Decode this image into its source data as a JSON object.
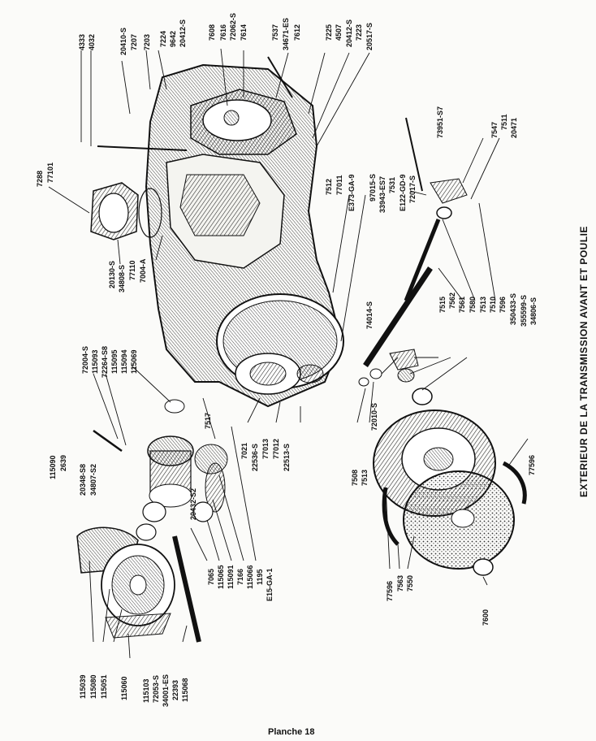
{
  "caption": "EXTERIEUR DE LA TRANSMISSION AVANT ET POULIE",
  "plate": "Planche 18",
  "labels": [
    {
      "id": "p4333",
      "text": "4333"
    },
    {
      "id": "p4032",
      "text": "4032"
    },
    {
      "id": "p20410s_a",
      "text": "20410-S"
    },
    {
      "id": "p7207",
      "text": "7207"
    },
    {
      "id": "p7203",
      "text": "7203"
    },
    {
      "id": "p7224",
      "text": "7224"
    },
    {
      "id": "p9642",
      "text": "9642"
    },
    {
      "id": "p20412s_a",
      "text": "20412-S"
    },
    {
      "id": "p7608",
      "text": "7608"
    },
    {
      "id": "p7616",
      "text": "7616"
    },
    {
      "id": "p72062s",
      "text": "72062-S"
    },
    {
      "id": "p7614",
      "text": "7614"
    },
    {
      "id": "p7537",
      "text": "7537"
    },
    {
      "id": "p34671es",
      "text": "34671-ES"
    },
    {
      "id": "p7612",
      "text": "7612"
    },
    {
      "id": "p7225",
      "text": "7225"
    },
    {
      "id": "p4507",
      "text": "4507"
    },
    {
      "id": "p20412s_b",
      "text": "20412-S"
    },
    {
      "id": "p7223",
      "text": "7223"
    },
    {
      "id": "p20517s",
      "text": "20517-S"
    },
    {
      "id": "p7288",
      "text": "7288"
    },
    {
      "id": "p77101",
      "text": "77101"
    },
    {
      "id": "p7512",
      "text": "7512"
    },
    {
      "id": "p77011",
      "text": "77011"
    },
    {
      "id": "pE373",
      "text": "E373-GA-9"
    },
    {
      "id": "p97015",
      "text": "97015-S"
    },
    {
      "id": "p33943",
      "text": "33943-ES7"
    },
    {
      "id": "p7531",
      "text": "7531"
    },
    {
      "id": "pE122",
      "text": "E122-GD-9"
    },
    {
      "id": "p72017",
      "text": "72017-S"
    },
    {
      "id": "p73951",
      "text": "73951-S7"
    },
    {
      "id": "p7547",
      "text": "7547"
    },
    {
      "id": "p7511",
      "text": "7511"
    },
    {
      "id": "p20471",
      "text": "20471"
    },
    {
      "id": "p20130s",
      "text": "20130-S"
    },
    {
      "id": "p34808s",
      "text": "34808-S"
    },
    {
      "id": "p77110",
      "text": "77110"
    },
    {
      "id": "p7004a",
      "text": "7004-A"
    },
    {
      "id": "p72004s",
      "text": "72004-S"
    },
    {
      "id": "p115093",
      "text": "115093"
    },
    {
      "id": "p72264",
      "text": "72264-S8"
    },
    {
      "id": "p115095",
      "text": "115095"
    },
    {
      "id": "p115094",
      "text": "115094"
    },
    {
      "id": "p115069",
      "text": "115069"
    },
    {
      "id": "p74014",
      "text": "74014-S"
    },
    {
      "id": "p7515",
      "text": "7515"
    },
    {
      "id": "p7562",
      "text": "7562"
    },
    {
      "id": "p7561",
      "text": "7561"
    },
    {
      "id": "p7580",
      "text": "7580"
    },
    {
      "id": "p7513a",
      "text": "7513"
    },
    {
      "id": "p7510",
      "text": "7510"
    },
    {
      "id": "p7596a",
      "text": "7596"
    },
    {
      "id": "p350433",
      "text": "350433-S"
    },
    {
      "id": "p355599",
      "text": "355599-S"
    },
    {
      "id": "p34806",
      "text": "34806-S"
    },
    {
      "id": "p115090",
      "text": "115090"
    },
    {
      "id": "p2639",
      "text": "2639"
    },
    {
      "id": "p20348",
      "text": "20348-S8"
    },
    {
      "id": "p34807",
      "text": "34807-S2"
    },
    {
      "id": "p7517",
      "text": "7517"
    },
    {
      "id": "p20432",
      "text": "20432-S2"
    },
    {
      "id": "p72010",
      "text": "72010-S"
    },
    {
      "id": "p7021",
      "text": "7021"
    },
    {
      "id": "p22536",
      "text": "22536-S"
    },
    {
      "id": "p77013",
      "text": "77013"
    },
    {
      "id": "p77012",
      "text": "77012"
    },
    {
      "id": "p22513",
      "text": "22513-S"
    },
    {
      "id": "p7508",
      "text": "7508"
    },
    {
      "id": "p7513b",
      "text": "7513"
    },
    {
      "id": "p77596a",
      "text": "77596"
    },
    {
      "id": "p7065",
      "text": "7065"
    },
    {
      "id": "p115065",
      "text": "115065"
    },
    {
      "id": "p115091",
      "text": "115091"
    },
    {
      "id": "p7166",
      "text": "7166"
    },
    {
      "id": "p115066",
      "text": "115066"
    },
    {
      "id": "p1195",
      "text": "1195"
    },
    {
      "id": "pE15",
      "text": "E15-GA-1"
    },
    {
      "id": "p77596b",
      "text": "77596"
    },
    {
      "id": "p7563",
      "text": "7563"
    },
    {
      "id": "p7550",
      "text": "7550"
    },
    {
      "id": "p7600",
      "text": "7600"
    },
    {
      "id": "p115039",
      "text": "115039"
    },
    {
      "id": "p115080",
      "text": "115080"
    },
    {
      "id": "p115051",
      "text": "115051"
    },
    {
      "id": "p115060",
      "text": "115060"
    },
    {
      "id": "p115103",
      "text": "115103"
    },
    {
      "id": "p72053",
      "text": "72053-S"
    },
    {
      "id": "p34001",
      "text": "34001-ES"
    },
    {
      "id": "p22393",
      "text": "22393"
    },
    {
      "id": "p115068",
      "text": "115068"
    }
  ]
}
